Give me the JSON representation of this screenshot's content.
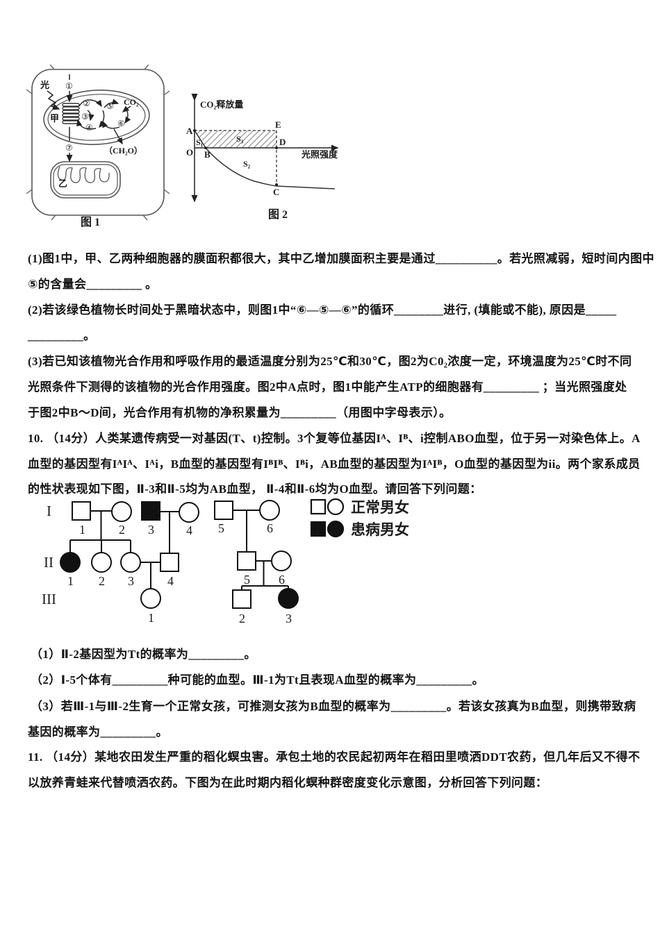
{
  "page": {
    "background": "#ffffff",
    "ink": "#1c1c1c"
  },
  "figure1": {
    "caption": "图 1",
    "labels": {
      "light": "光",
      "organelle_jia": "甲",
      "organelle_yi": "乙",
      "co2": "CO₂",
      "ch2o": "（CH₂O）",
      "n1": "①",
      "n2": "②",
      "n3": "③",
      "n4": "④",
      "n5": "⑤",
      "n6": "⑥",
      "n7": "⑦"
    }
  },
  "figure2": {
    "caption": "图 2",
    "y_axis_label": "CO₂释放量",
    "x_axis_label": "光照强度",
    "points": {
      "A": "A",
      "B": "B",
      "C": "C",
      "D": "D",
      "E": "E",
      "O": "O"
    },
    "regions": {
      "s1": "S₁",
      "s2": "S₂",
      "s3": "S₃"
    },
    "description": "呼吸释放CO₂量随光照强度增强由A经B降至C后趋于平缓；A-E-D-B围成的阴影区为S₃，O-A-B三角区为S₁，B-C-D下方区为S₂"
  },
  "lines": [
    "(1)图1中，甲、乙两种细胞器的膜面积都很大，其中乙增加膜面积主要是通过__________。若光照减弱，短时间内图中",
    "⑤的含量会_________ 。",
    "(2)若该绿色植物长时间处于黑暗状态中，则图1中“⑥—⑤—⑥”的循环________进行, (填能或不能), 原因是_____",
    "_________。",
    "(3)若已知该植物光合作用和呼吸作用的最适温度分别为25℃和30℃，图2为C0₂浓度一定，环境温度为25℃时不同",
    "光照条件下测得的该植物的光合作用强度。图2中A点时，图1中能产生ATP的细胞器有_________ ；当光照强度处",
    "于图2中B〜D间，光合作用有机物的净积累量为_________（用图中字母表示）。",
    "10. （14分）人类某遗传病受一对基因(T、t)控制。3个复等位基因Iᴬ、Iᴮ、i控制ABO血型，位于另一对染色体上。A",
    "血型的基因型有IᴬIᴬ、Iᴬi，B血型的基因型有IᴮIᴮ、Iᴮi，AB血型的基因型为IᴬIᴮ，O血型的基因型为ii。两个家系成员",
    "的性状表现如下图，Ⅱ-3和Ⅱ-5均为AB血型， Ⅱ-4和Ⅱ-6均为O血型。请回答下列问题：",
    "（1）Ⅱ-2基因型为Tt的概率为_________。",
    "（2）Ⅰ-5个体有_________种可能的血型。Ⅲ-1为Tt且表现A血型的概率为_________。",
    "（3）若Ⅲ-1与Ⅲ-2生育一个正常女孩，可推测女孩为B血型的概率为_________。若该女孩真为B血型，则携带致病",
    "基因的概率为_________。",
    "11. （14分）某地农田发生严重的稻化螟虫害。承包土地的农民起初两年在稻田里喷洒DDT农药，但几年后又不得不",
    "以放养青蛙来代替喷洒农药。下图为在此时期内稻化螟种群密度变化示意图，分析回答下列问题："
  ],
  "pedigree": {
    "generation_labels": [
      "I",
      "II",
      "III"
    ],
    "legend": [
      {
        "label": "正常男女"
      },
      {
        "label": "患病男女"
      }
    ],
    "members": [
      {
        "id": "I-1",
        "num": "1",
        "sex": "male",
        "affected": false
      },
      {
        "id": "I-2",
        "num": "2",
        "sex": "female",
        "affected": false
      },
      {
        "id": "I-3",
        "num": "3",
        "sex": "male",
        "affected": true
      },
      {
        "id": "I-4",
        "num": "4",
        "sex": "female",
        "affected": false
      },
      {
        "id": "I-5",
        "num": "5",
        "sex": "male",
        "affected": false
      },
      {
        "id": "I-6",
        "num": "6",
        "sex": "female",
        "affected": false
      },
      {
        "id": "II-1",
        "num": "1",
        "sex": "female",
        "affected": true
      },
      {
        "id": "II-2",
        "num": "2",
        "sex": "female",
        "affected": false
      },
      {
        "id": "II-3",
        "num": "3",
        "sex": "female",
        "affected": false
      },
      {
        "id": "II-4",
        "num": "4",
        "sex": "male",
        "affected": false
      },
      {
        "id": "II-5",
        "num": "5",
        "sex": "male",
        "affected": false
      },
      {
        "id": "II-6",
        "num": "6",
        "sex": "female",
        "affected": false
      },
      {
        "id": "III-1",
        "num": "1",
        "sex": "female",
        "affected": false
      },
      {
        "id": "III-2",
        "num": "2",
        "sex": "male",
        "affected": false
      },
      {
        "id": "III-3",
        "num": "3",
        "sex": "female",
        "affected": true
      }
    ]
  }
}
